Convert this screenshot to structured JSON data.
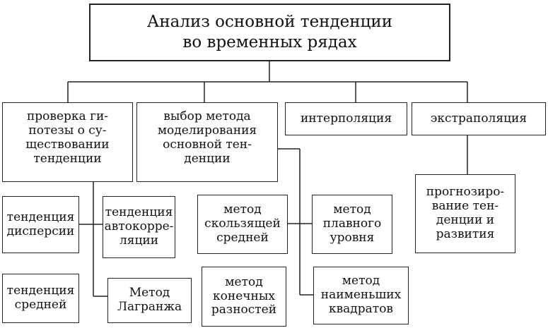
{
  "diagram": {
    "title": "Анализ основной тенденции\nво временных рядах",
    "level1": {
      "hypothesis": "проверка ги-\nпотезы о су-\nществовании\nтенденции",
      "method_choice": "выбор метода\nмоделирования\nосновной тен-\nденции",
      "interpolation": "интерполяция",
      "extrapolation": "экстраполяция"
    },
    "hypothesis_children": {
      "dispersion": "тенденция\nдисперсии",
      "autocorrelation": "тенденция\nавтокорре-\nляции",
      "mean": "тенденция\nсредней",
      "lagrange": "Метод\nЛагранжа"
    },
    "method_children": {
      "moving_average": "метод\nскользящей\nсредней",
      "smooth_level": "метод\nплавного\nуровня",
      "finite_differences": "метод\nконечных\nразностей",
      "least_squares": "метод\nнаименьших\nквадратов"
    },
    "extrapolation_child": {
      "forecast": "прогнозиро-\nвание тен-\nденции и\nразвития"
    }
  },
  "colors": {
    "line": "#222222",
    "background": "#ffffff",
    "text": "#111111"
  }
}
